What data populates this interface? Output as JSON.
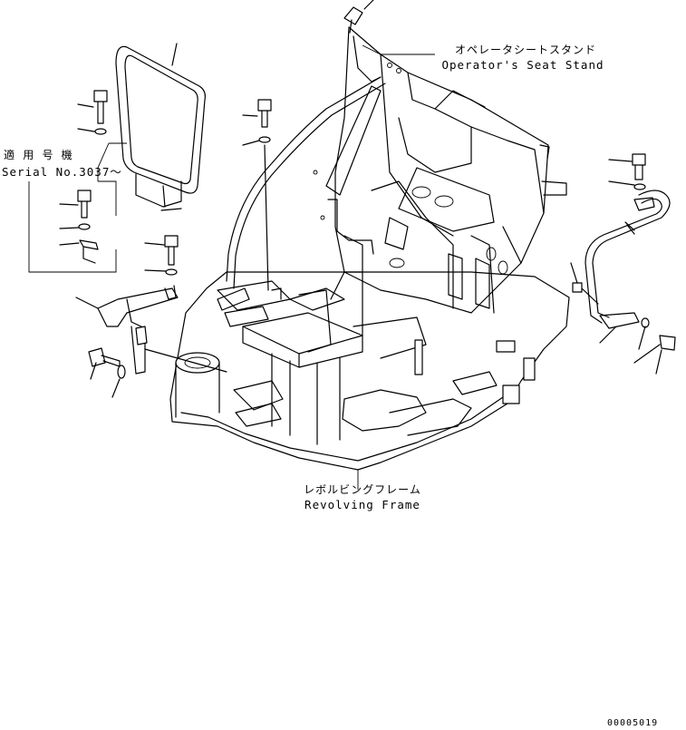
{
  "labels": {
    "seat_stand_jp": "オペレータシートスタンド",
    "seat_stand_en": "Operator's Seat Stand",
    "serial_jp": "適 用 号 機",
    "serial_en": "Serial No.3037～",
    "frame_jp": "レボルビングフレーム",
    "frame_en": "Revolving Frame",
    "drawing_number": "00005019"
  },
  "colors": {
    "line": "#000000",
    "background": "#ffffff"
  }
}
